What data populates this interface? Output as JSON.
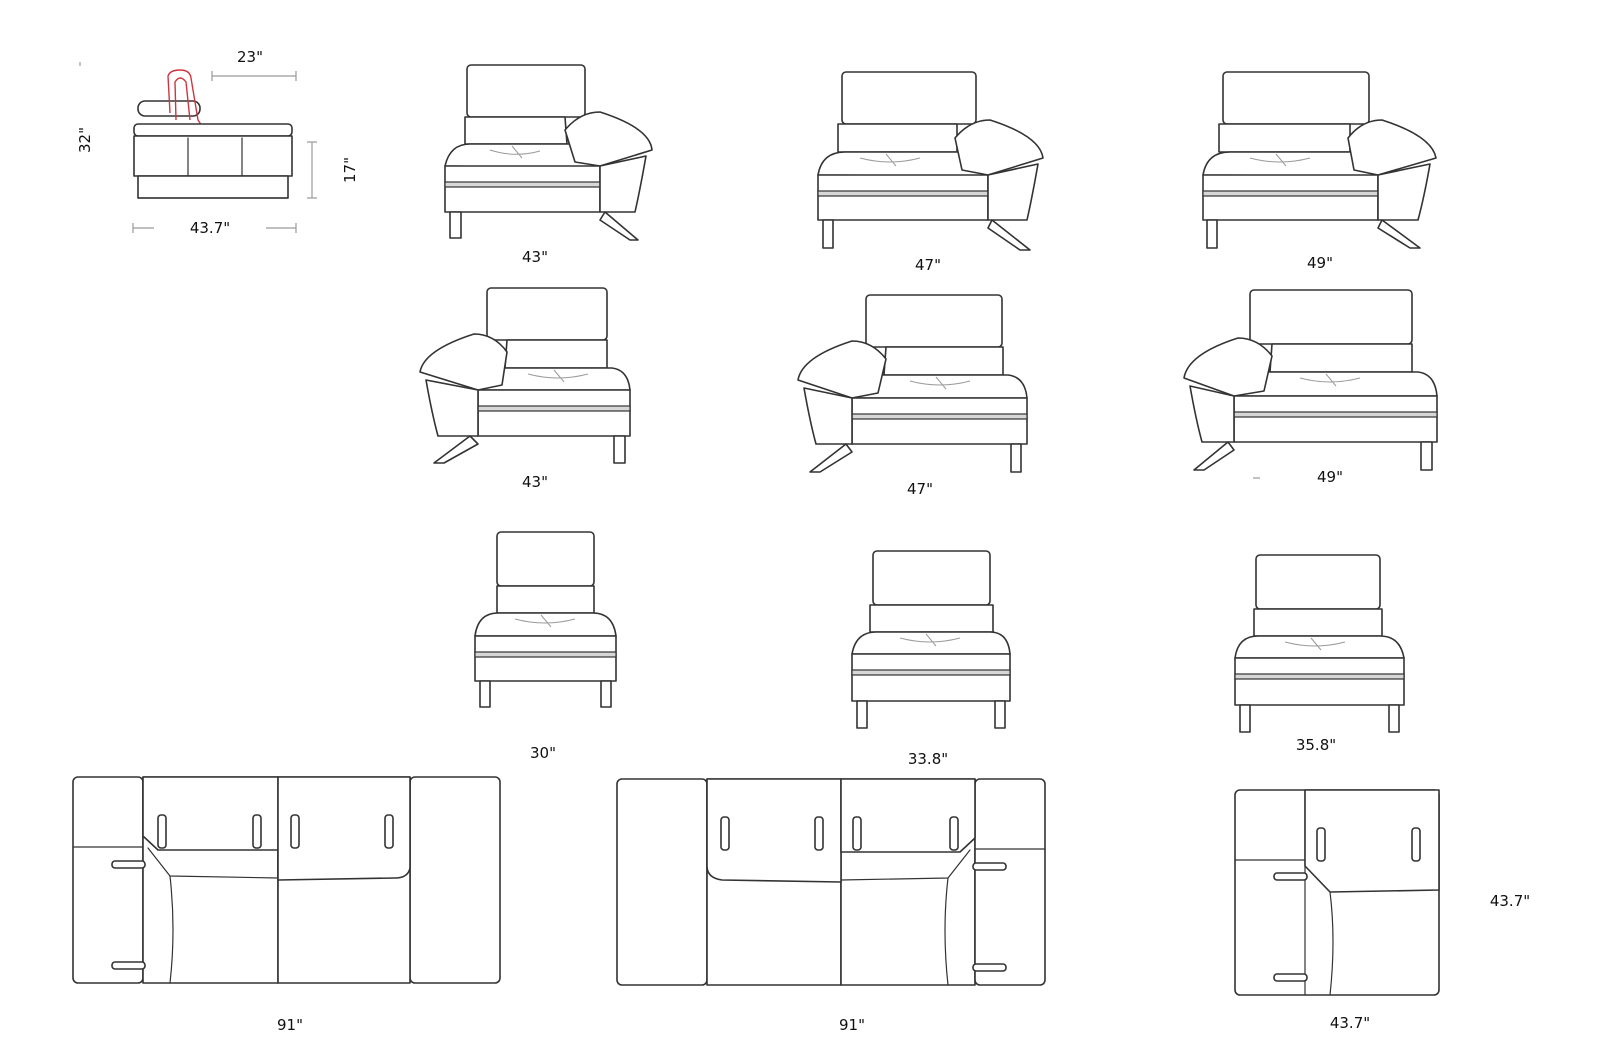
{
  "side_view": {
    "depth": "23\"",
    "back_height": "32\"",
    "seat_height": "17\"",
    "width": "43.7\""
  },
  "modules": {
    "arm_right": [
      "43\"",
      "47\"",
      "49\""
    ],
    "arm_left": [
      "43\"",
      "47\"",
      "49\""
    ],
    "armless": [
      "30\"",
      "33.8\"",
      "35.8\""
    ]
  },
  "plans": {
    "left_plan_width": "91\"",
    "middle_plan_width": "91\"",
    "corner_width": "43.7\"",
    "corner_depth": "43.7\""
  },
  "colors": {
    "line": "#333333",
    "accent_red": "#d0353f"
  }
}
